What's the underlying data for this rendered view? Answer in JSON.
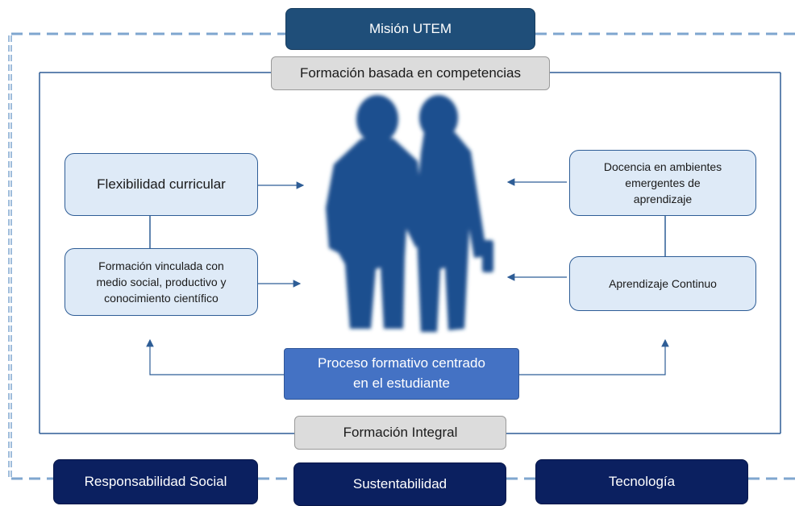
{
  "mission": "Misión UTEM",
  "top_band": "Formación basada en competencias",
  "left_boxes": [
    {
      "text": "Flexibilidad curricular"
    },
    {
      "text": "Formación vinculada con\nmedio social, productivo y\nconocimiento científico"
    }
  ],
  "right_boxes": [
    {
      "text": "Docencia en ambientes\nemergentes de\naprendizaje"
    },
    {
      "text": "Aprendizaje Continuo"
    }
  ],
  "center_process": "Proceso formativo centrado\nen el estudiante",
  "bottom_band": "Formación Integral",
  "pillars": [
    "Responsabilidad Social",
    "Sustentabilidad",
    "Tecnología"
  ],
  "figure_icon": "two-people-silhouette-icon",
  "colors": {
    "mission_bg": "#1f4e79",
    "pillar_bg": "#0b2060",
    "process_bg": "#4472c4",
    "box_bg": "#deeaf7",
    "frame_line": "#2e5d96",
    "dashed_line": "#7fa6cf"
  }
}
